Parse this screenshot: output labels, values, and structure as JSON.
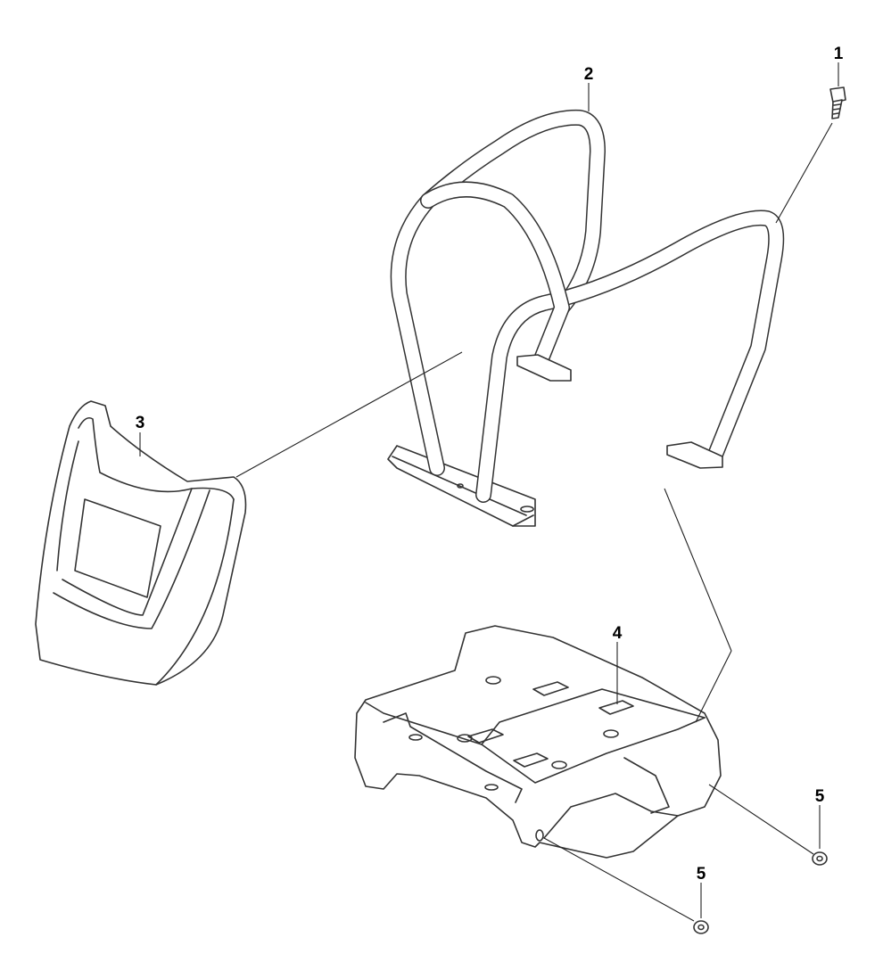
{
  "callouts": [
    {
      "id": "1",
      "label": "1"
    },
    {
      "id": "2",
      "label": "2"
    },
    {
      "id": "3",
      "label": "3"
    },
    {
      "id": "4",
      "label": "4"
    },
    {
      "id": "5a",
      "label": "5"
    },
    {
      "id": "5b",
      "label": "5"
    }
  ]
}
